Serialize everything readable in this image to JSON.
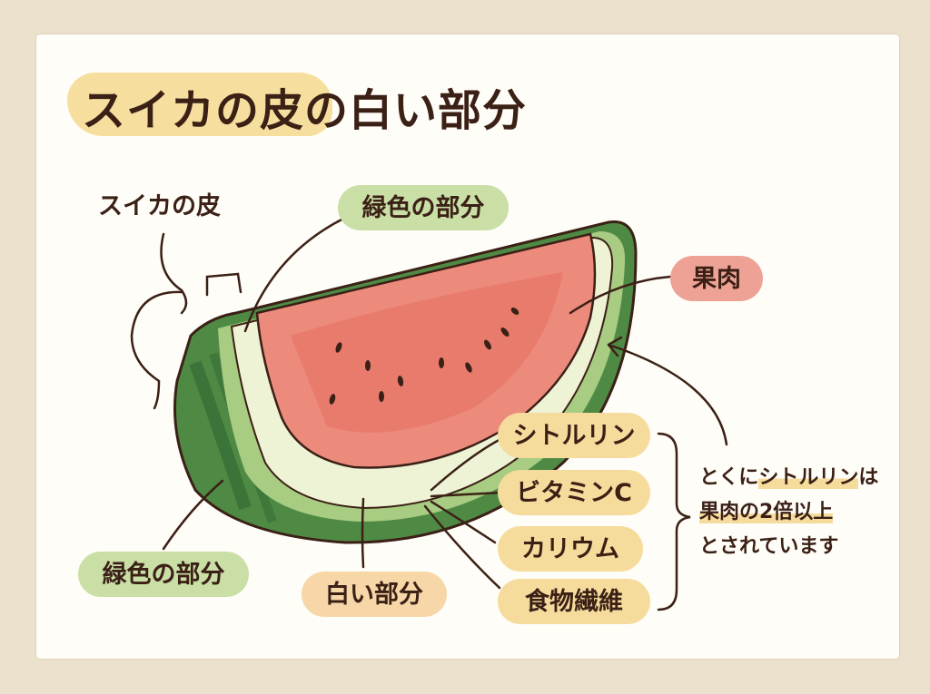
{
  "title": {
    "highlighted": "スイカの皮",
    "rest": "の白い部分"
  },
  "labels": {
    "rind": "スイカの皮",
    "green_top": "緑色の部分",
    "flesh": "果肉",
    "green_bottom": "緑色の部分",
    "white_part": "白い部分"
  },
  "nutrients": [
    {
      "label": "シトルリン"
    },
    {
      "label": "ビタミンC"
    },
    {
      "label": "カリウム"
    },
    {
      "label": "食物繊維"
    }
  ],
  "note": {
    "line1_pre": "とくに",
    "line1_hl": "シトルリン",
    "line1_post": "は",
    "line2": "果肉の2倍以上",
    "line3": "とされています"
  },
  "colors": {
    "background": "#ece1cc",
    "card": "#fffdf7",
    "text": "#3b2016",
    "green_tag": "#c9dfa6",
    "orange_tag": "#f7d7a8",
    "red_tag": "#eea295",
    "yellow_tag": "#f6dc9c"
  }
}
